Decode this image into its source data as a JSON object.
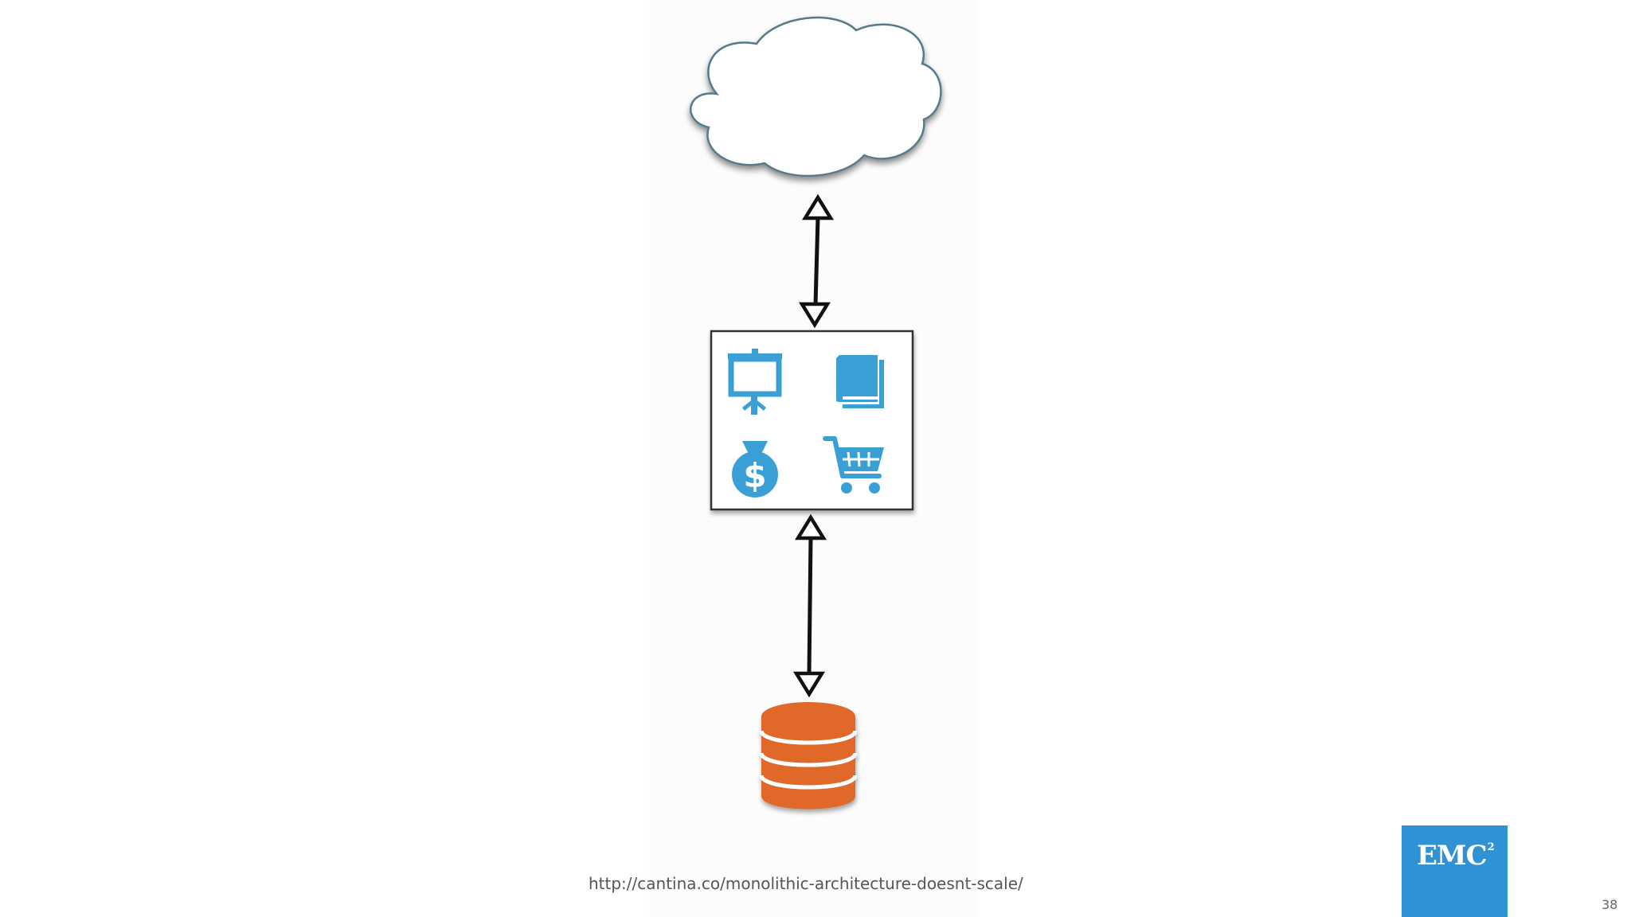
{
  "slide": {
    "source_url": "http://cantina.co/monolithic-architecture-doesnt-scale/",
    "page_number": "38",
    "logo": {
      "text": "EMC",
      "superscript": "2"
    }
  },
  "diagram": {
    "nodes": [
      {
        "id": "cloud",
        "icon": "cloud-icon"
      },
      {
        "id": "app",
        "icon_set": [
          "presentation-board-icon",
          "book-icon",
          "money-bag-icon",
          "shopping-cart-icon"
        ]
      },
      {
        "id": "database",
        "icon": "database-icon"
      }
    ],
    "edges": [
      {
        "from": "cloud",
        "to": "app",
        "direction": "both"
      },
      {
        "from": "app",
        "to": "database",
        "direction": "both"
      }
    ]
  },
  "colors": {
    "icon_blue": "#3a9fd5",
    "database_orange": "#e0692a",
    "logo_blue": "#2f92d4",
    "arrow": "#111111"
  }
}
